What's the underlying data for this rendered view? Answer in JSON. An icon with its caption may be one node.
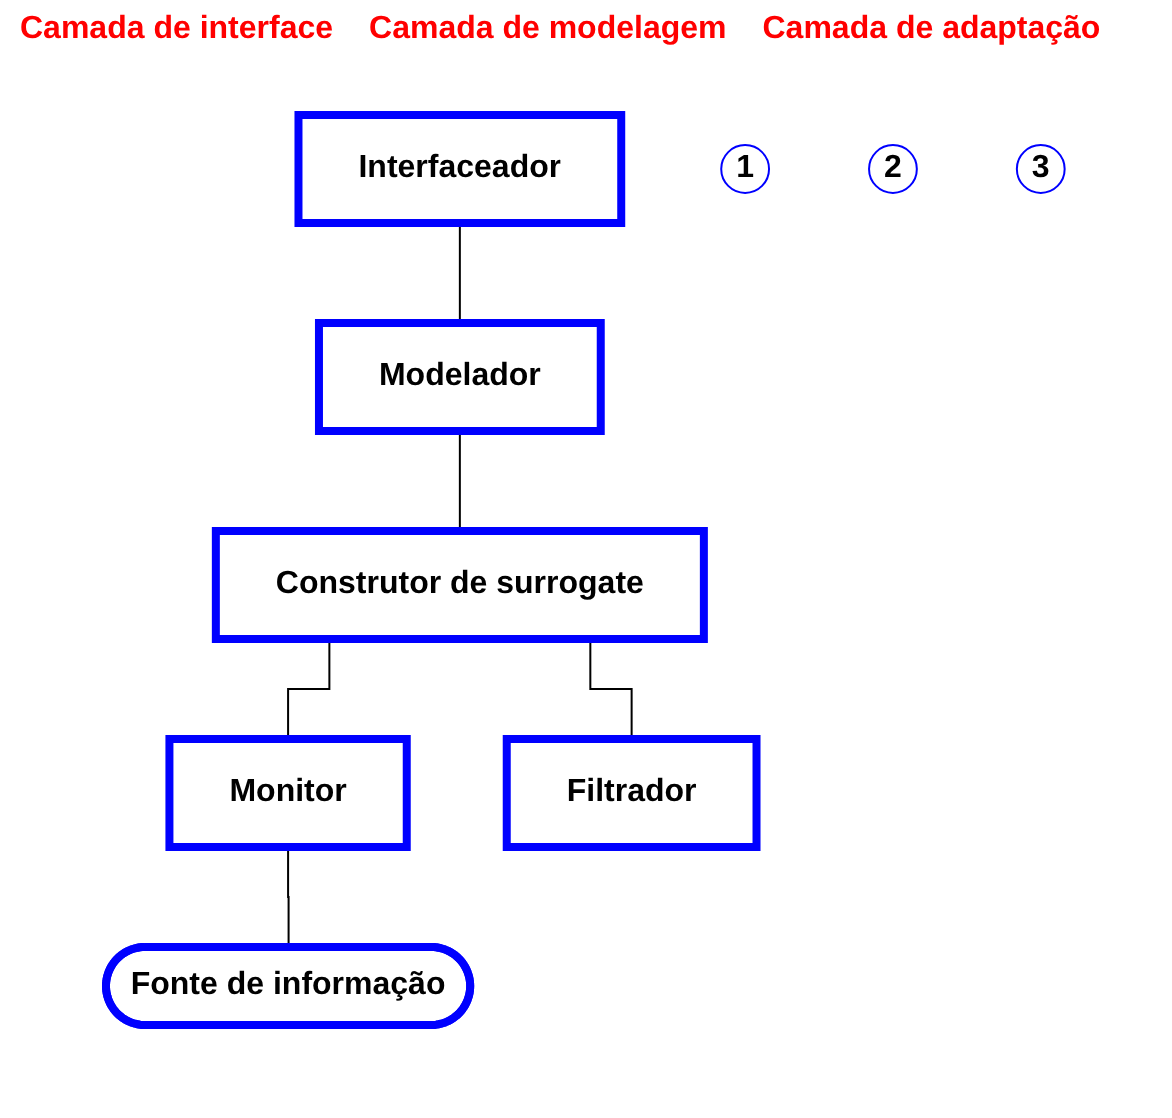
{
  "diagram": {
    "nodes": [
      {
        "text": [
          "Interfaceador"
        ]
      },
      {
        "text": [
          "1"
        ]
      },
      {
        "text": [
          "Modelador"
        ]
      },
      {
        "text": [
          "2"
        ]
      },
      {
        "text": [
          "Construtor de surrogate"
        ]
      },
      {
        "text": [
          "Monitor"
        ]
      },
      {
        "text": [
          "Filtrador"
        ]
      },
      {
        "text": [
          "Fonte de informação"
        ]
      },
      {
        "text": [
          "3"
        ]
      }
    ],
    "edges": [
      {
        "from": 0,
        "to": 2,
        "arrow": "none"
      },
      {
        "from": 2,
        "to": 4,
        "arrow": "none"
      },
      {
        "from": 4,
        "to": 5,
        "arrow": "none"
      },
      {
        "from": 4,
        "to": 6,
        "arrow": "none"
      },
      {
        "from": 5,
        "to": 7,
        "arrow": "none"
      }
    ],
    "labels": [
      "Camada de interface",
      "Camada de modelagem",
      "Camada de adaptação"
    ]
  }
}
